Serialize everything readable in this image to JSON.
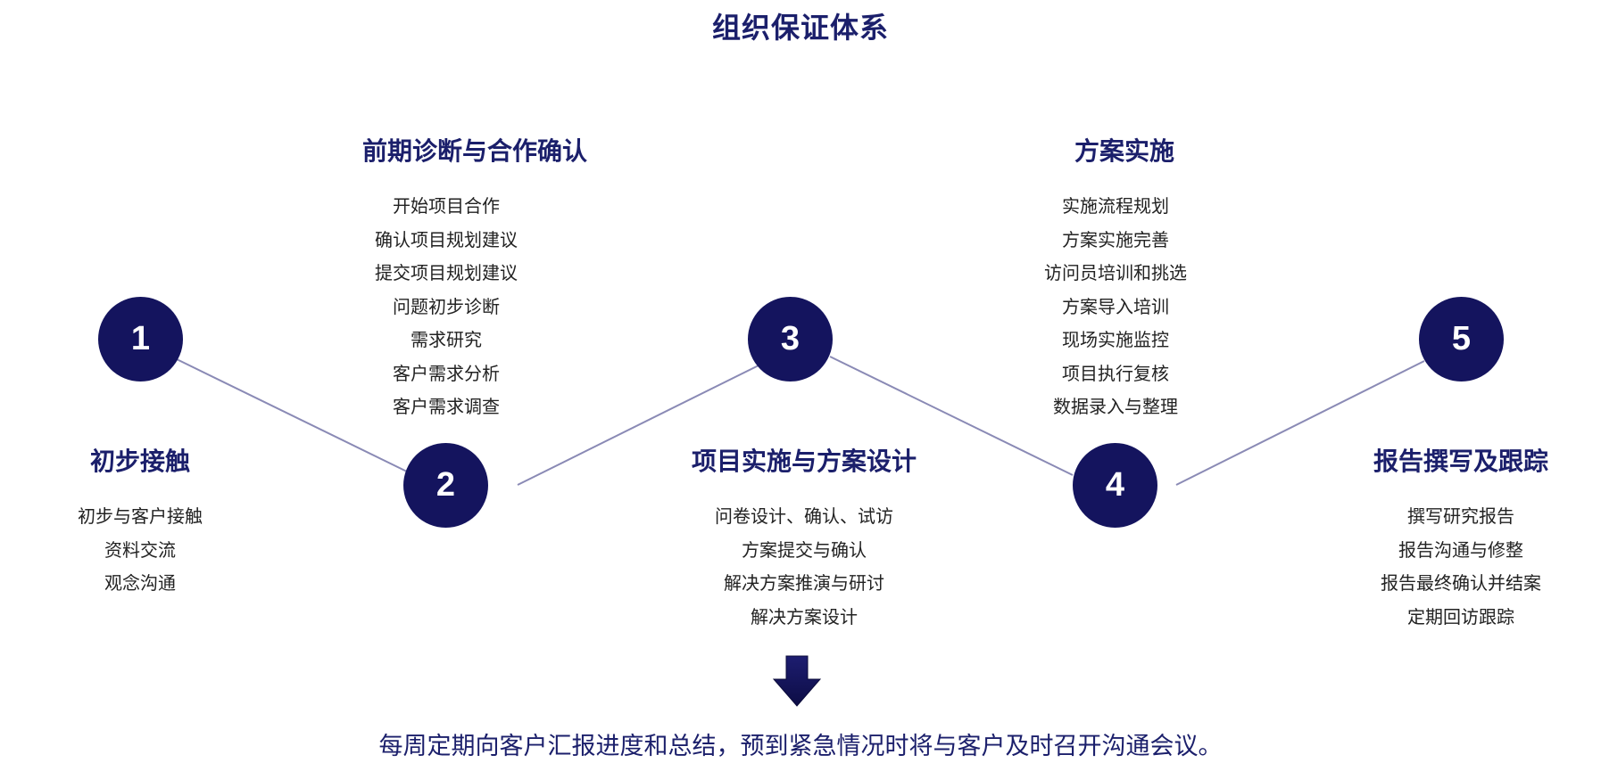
{
  "title": "组织保证体系",
  "steps": [
    {
      "number": "1",
      "title": "初步接触",
      "items": [
        "初步与客户接触",
        "资料交流",
        "观念沟通"
      ]
    },
    {
      "number": "2",
      "title": "前期诊断与合作确认",
      "items": [
        "开始项目合作",
        "确认项目规划建议",
        "提交项目规划建议",
        "问题初步诊断",
        "需求研究",
        "客户需求分析",
        "客户需求调查"
      ]
    },
    {
      "number": "3",
      "title": "项目实施与方案设计",
      "items": [
        "问卷设计、确认、试访",
        "方案提交与确认",
        "解决方案推演与研讨",
        "解决方案设计"
      ]
    },
    {
      "number": "4",
      "title": "方案实施",
      "items": [
        "实施流程规划",
        "方案实施完善",
        "访问员培训和挑选",
        "方案导入培训",
        "现场实施监控",
        "项目执行复核",
        "数据录入与整理"
      ]
    },
    {
      "number": "5",
      "title": "报告撰写及跟踪",
      "items": [
        "撰写研究报告",
        "报告沟通与修整",
        "报告最终确认并结案",
        "定期回访跟踪"
      ]
    }
  ],
  "footer_note": "每周定期向客户汇报进度和总结，预到紧急情况时将与客户及时召开沟通会议。",
  "colors": {
    "primary": "#14145e",
    "title_text": "#1b1f6b",
    "connector": "#8a8ab5",
    "body_text": "#222222"
  },
  "icons": {
    "down_arrow": "down-arrow-icon"
  }
}
